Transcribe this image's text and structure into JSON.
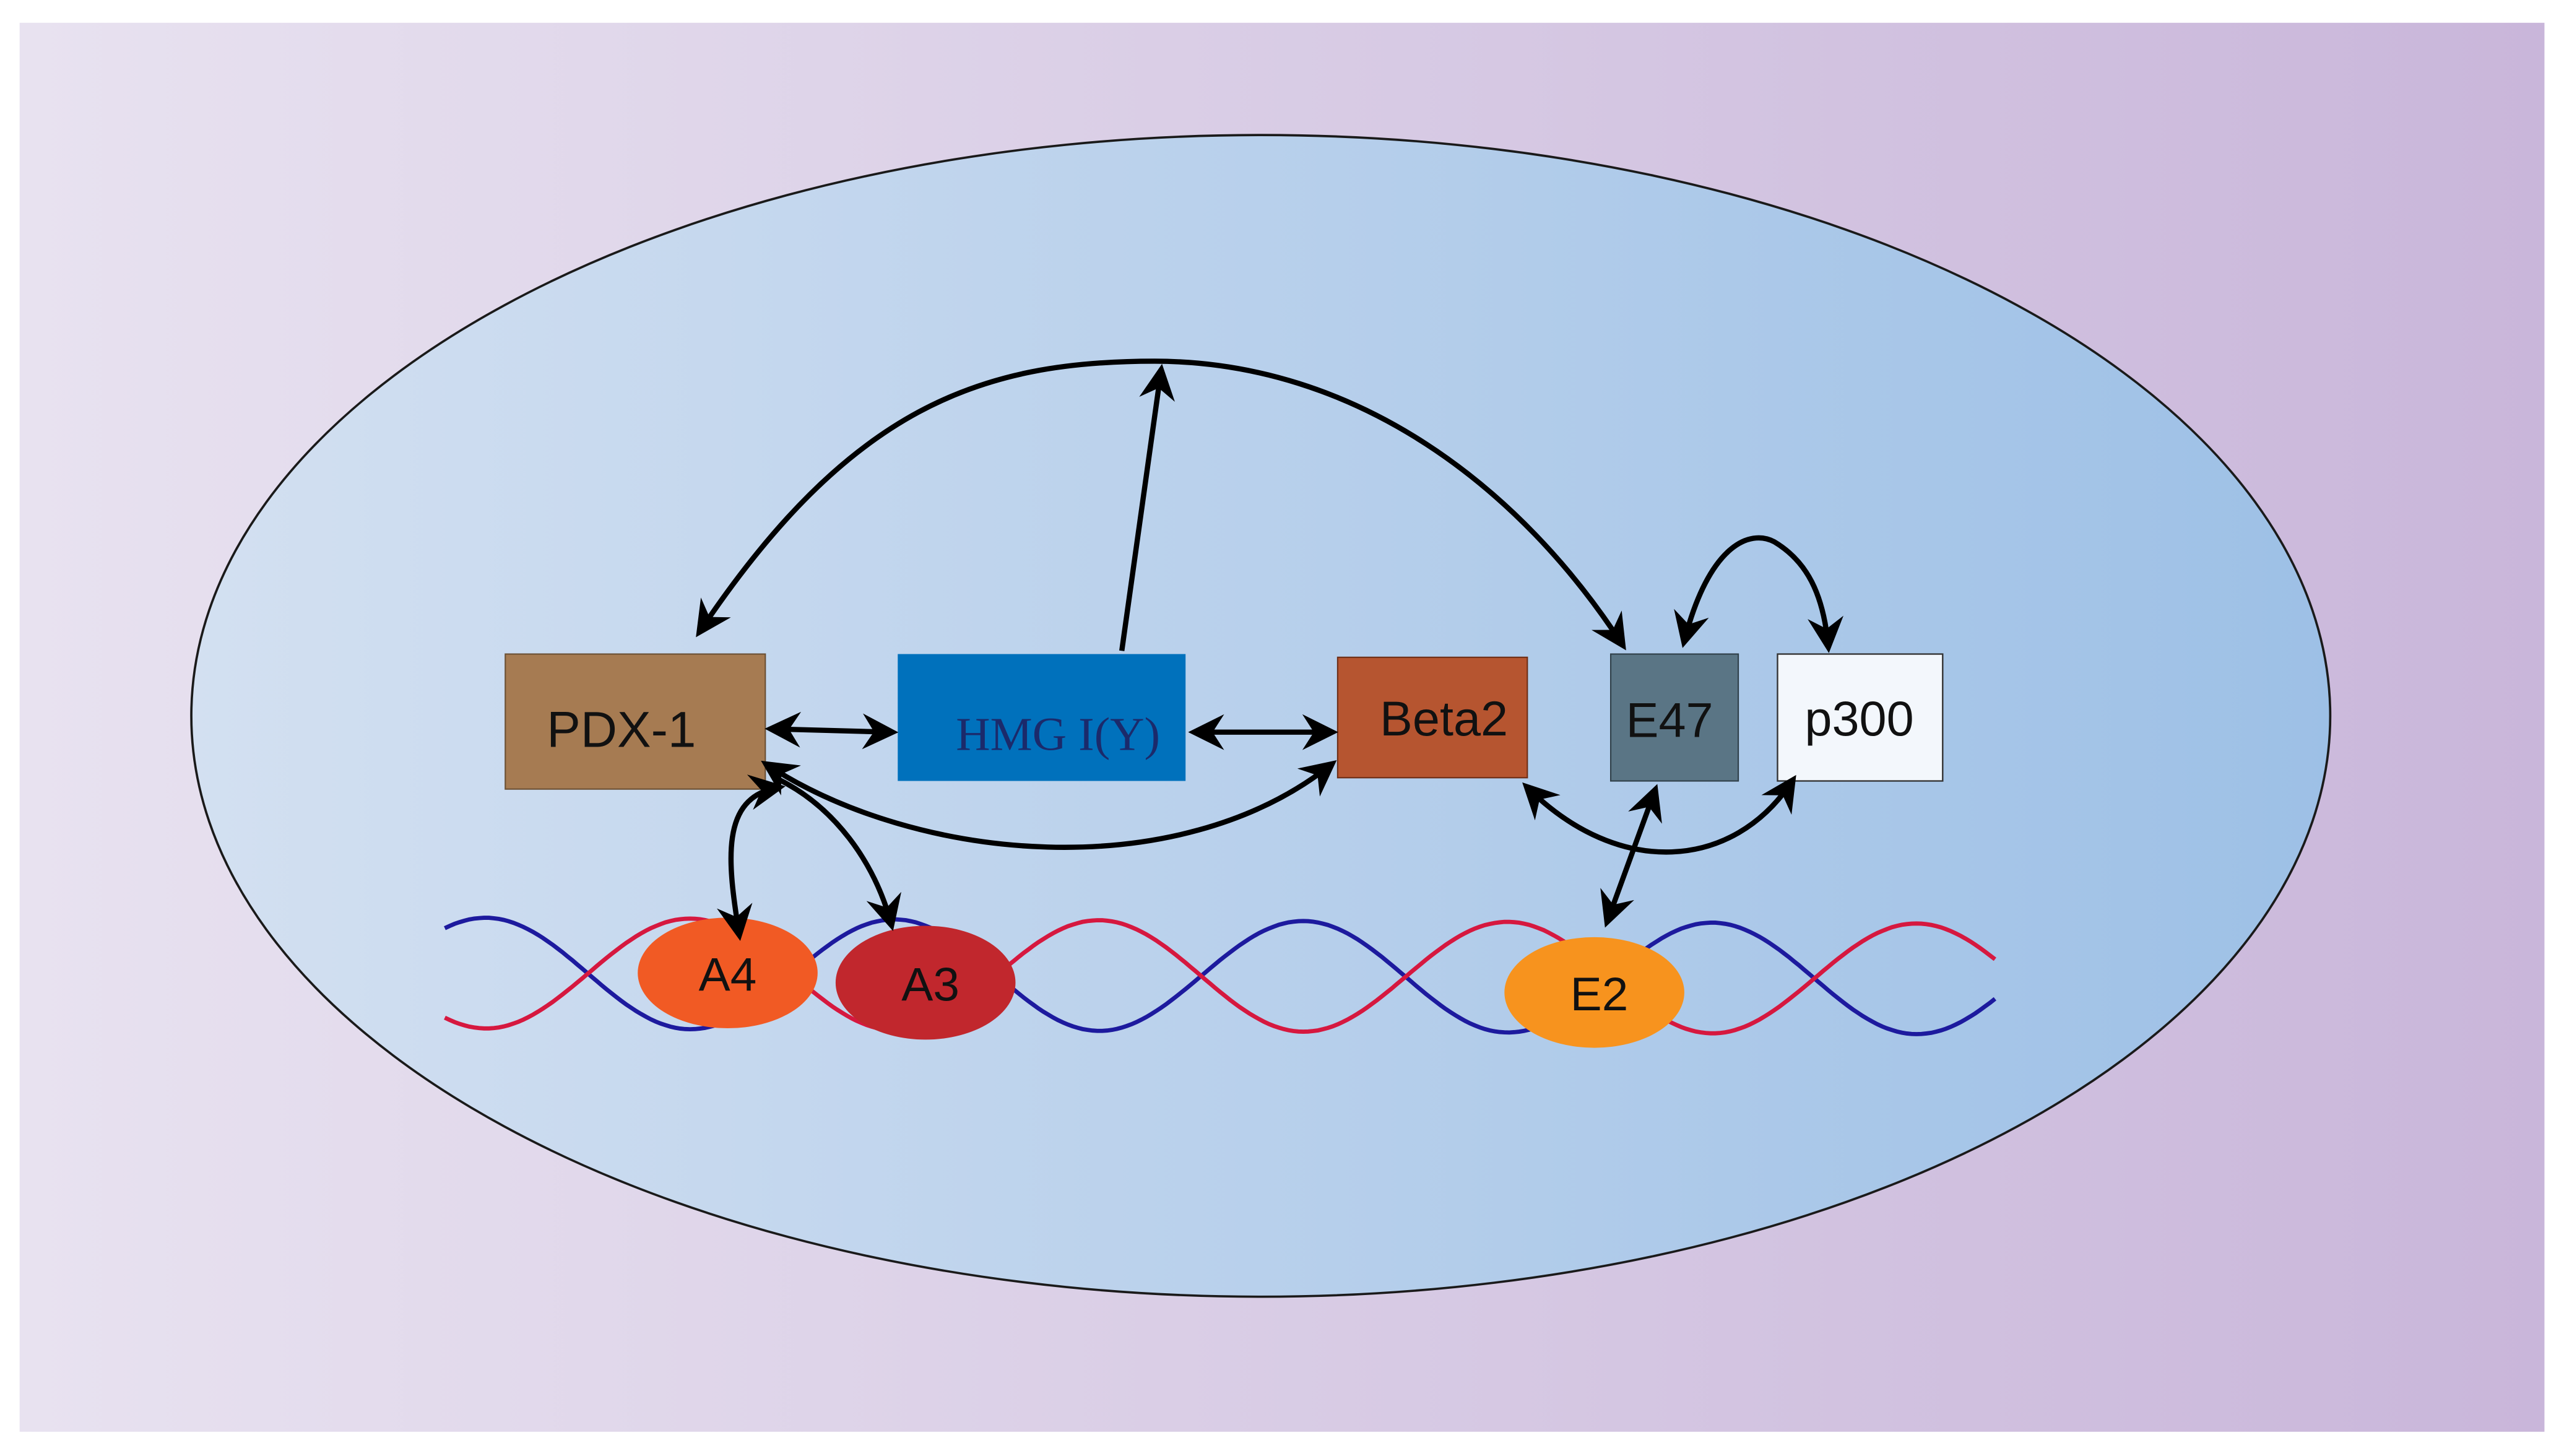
{
  "colors": {
    "background_left": "#e8e2f0",
    "background_right": "#c9b6da",
    "cell_left": "#d3e0f1",
    "cell_right": "#9dc0e6",
    "cell_border": "#1a1a1a",
    "arrow": "#000000",
    "dna_strand_a": "#1d1a9e",
    "dna_strand_b": "#d6183f"
  },
  "proteins": [
    {
      "id": "pdx1",
      "label": "PDX-1",
      "fill": "#a67b52",
      "text_color": "#111111"
    },
    {
      "id": "hmg",
      "label": "HMG I(Y)",
      "fill": "#0071bc",
      "text_color": "#1b2a6b"
    },
    {
      "id": "beta2",
      "label": "Beta2",
      "fill": "#b65530",
      "text_color": "#111111"
    },
    {
      "id": "e47",
      "label": "E47",
      "fill": "#5a7585",
      "text_color": "#111111"
    },
    {
      "id": "p300",
      "label": "p300",
      "fill": "#f3f7fc",
      "text_color": "#111111"
    }
  ],
  "elements": [
    {
      "id": "a4",
      "label": "A4",
      "fill": "#f15a24",
      "text_color": "#111111"
    },
    {
      "id": "a3",
      "label": "A3",
      "fill": "#c1272d",
      "text_color": "#111111"
    },
    {
      "id": "e2",
      "label": "E2",
      "fill": "#f7931e",
      "text_color": "#111111"
    }
  ]
}
